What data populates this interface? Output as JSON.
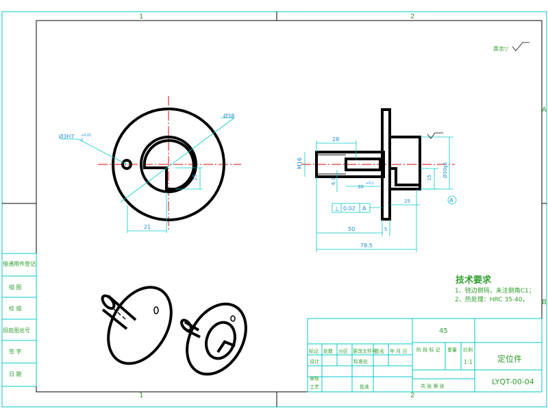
{
  "border": {
    "zones_top": [
      "1",
      "2"
    ],
    "zones_bottom": [
      "1",
      "2"
    ],
    "zones_right": [
      "A",
      "B"
    ]
  },
  "surface_note": "其余▽",
  "dims": {
    "outer_dia": "Ø38",
    "hole_note": "Ø3H7",
    "hole_tol_top": "+0.01",
    "hole_tol_bot": "0",
    "front_w": "21",
    "front_h": "15",
    "side_28": "28",
    "side_m16": "M16",
    "side_6": "6.1",
    "side_30": "30",
    "side_30_tol": "+0.1",
    "side_15": "15",
    "side_25": "25",
    "side_50": "50",
    "side_5": "5",
    "side_785": "78.5",
    "side_dia_right": "Ø30g6",
    "datum": "A",
    "tol_sym": "⊥",
    "tol_val": "0.02",
    "tol_ref": "A"
  },
  "tech": {
    "title": "技术要求",
    "line1": "1、锐边倒钝，未注倒角C1；",
    "line2": "2、热处理：HRC 35-40。"
  },
  "left_block": [
    "借通用件登记",
    "描 图",
    "校 描",
    "旧底图总号",
    "签 字",
    "日 期"
  ],
  "title_block": {
    "material": "45",
    "part_name": "定位件",
    "drawing_no": "LYQT-00-04",
    "scale": "1:1",
    "row_labels": [
      "标记",
      "处数",
      "分区",
      "更改文件号",
      "签名",
      "年 月 日"
    ],
    "stage_labels": [
      "阶 段 标 记",
      "重量",
      "比例"
    ],
    "design": "设计",
    "standard": "标准化",
    "review": "审核",
    "process": "工艺",
    "approve": "批准",
    "sheets": "共 张 第 张"
  }
}
